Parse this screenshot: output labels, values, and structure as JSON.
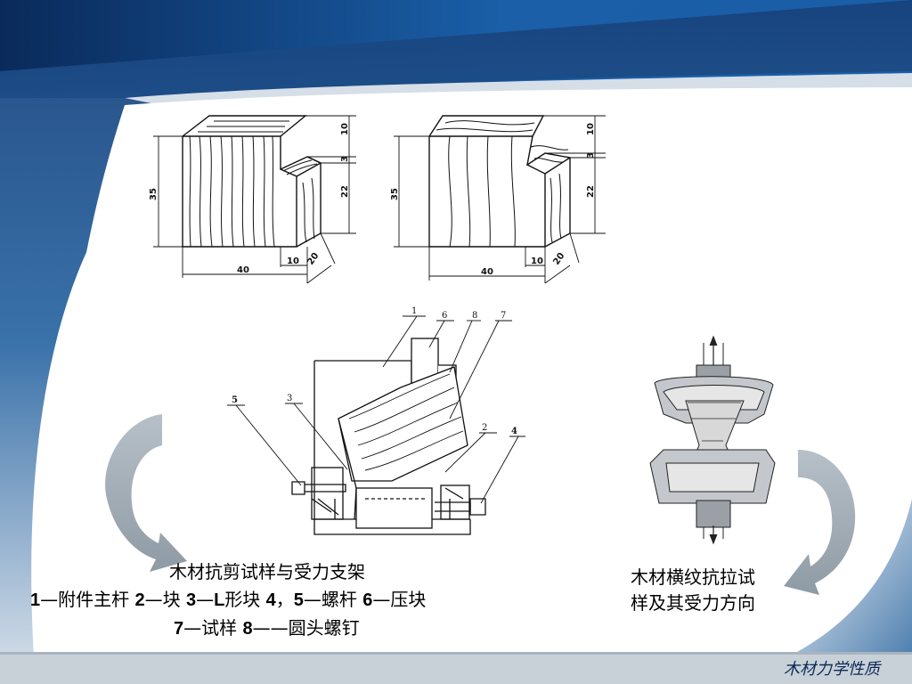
{
  "diagrams": {
    "specimen_left": {
      "dims": [
        "10",
        "3",
        "22",
        "35",
        "40",
        "10",
        "20"
      ]
    },
    "specimen_right": {
      "dims": [
        "10",
        "3",
        "22",
        "35",
        "40",
        "10",
        "20"
      ]
    },
    "apparatus": {
      "part_labels": [
        "1",
        "6",
        "8",
        "7",
        "3",
        "5",
        "2",
        "4"
      ]
    }
  },
  "captions": {
    "shear_title": "木材抗剪试样与受力支架",
    "legend_line1": [
      {
        "num": "1",
        "text": "—附件主杆  "
      },
      {
        "num": "2",
        "text": "—块  "
      },
      {
        "num": "3",
        "text": "—"
      },
      {
        "num": "L",
        "text": "形块  "
      },
      {
        "num": "4",
        "text": "，"
      },
      {
        "num": "5",
        "text": "—螺杆  "
      },
      {
        "num": "6",
        "text": "—压块"
      }
    ],
    "legend_line2": [
      {
        "num": "7",
        "text": "—试样  "
      },
      {
        "num": "8",
        "text": "——圆头螺钉"
      }
    ],
    "tension_line1": "木材横纹抗拉试",
    "tension_line2": "样及其受力方向"
  },
  "footer": "木材力学性质",
  "colors": {
    "header_dark": "#0a2a5a",
    "header_light": "#1d67b4",
    "arrow": "#9aa6b0",
    "footer_bar": "#c8d0d8"
  }
}
